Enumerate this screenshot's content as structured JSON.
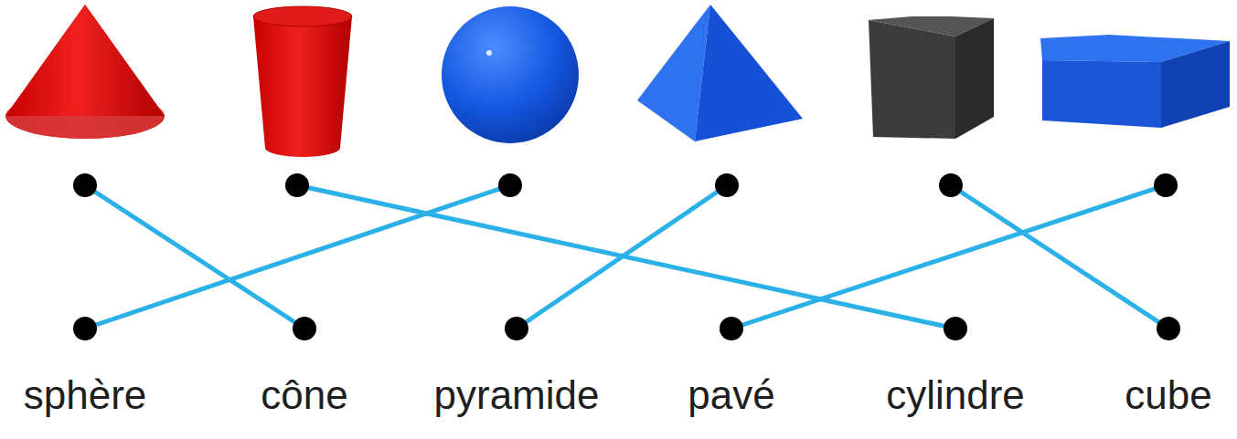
{
  "diagram": {
    "nodes": [
      {
        "text": []
      },
      {
        "text": []
      },
      {
        "text": []
      },
      {
        "text": []
      },
      {
        "text": []
      },
      {
        "text": []
      },
      {
        "text": [
          "sphère"
        ]
      },
      {
        "text": [
          "cône"
        ]
      },
      {
        "text": [
          "pyramide"
        ]
      },
      {
        "text": [
          "pavé"
        ]
      },
      {
        "text": [
          "cylindre"
        ]
      },
      {
        "text": [
          "cube"
        ]
      }
    ],
    "edges": [
      {
        "from": 0,
        "to": 7,
        "arrow": "none"
      },
      {
        "from": 1,
        "to": 10,
        "arrow": "none"
      },
      {
        "from": 2,
        "to": 6,
        "arrow": "none"
      },
      {
        "from": 3,
        "to": 8,
        "arrow": "none"
      },
      {
        "from": 4,
        "to": 11,
        "arrow": "none"
      },
      {
        "from": 5,
        "to": 9,
        "arrow": "none"
      }
    ]
  }
}
